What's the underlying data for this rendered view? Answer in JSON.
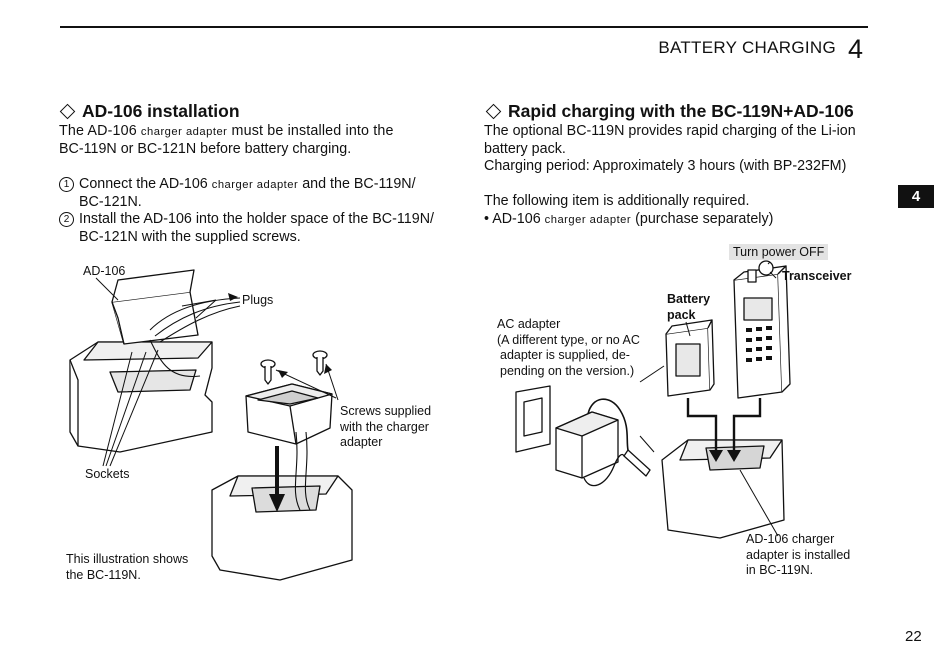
{
  "header": {
    "chapter_title": "BATTERY CHARGING",
    "chapter_number": "4",
    "side_tab": "4",
    "page_number": "22"
  },
  "left": {
    "title": "AD-106 installation",
    "intro": {
      "line1_a": "The AD-106 ",
      "line1_sc": "charger adapter",
      "line1_b": " must be installed into the",
      "line2": "BC-119N or BC-121N before battery charging."
    },
    "steps": [
      {
        "marker": "1",
        "line1_a": "Connect the AD-106 ",
        "line1_sc": "charger adapter",
        "line1_b": " and the BC-119N/",
        "line2": "BC-121N."
      },
      {
        "marker": "2",
        "line1": "Install the AD-106 into the holder space of the BC-119N/",
        "line2": "BC-121N with the supplied screws."
      }
    ],
    "illustration": {
      "label_ad106": "AD-106",
      "label_plugs": "Plugs",
      "label_sockets": "Sockets",
      "screws_line1": "Screws supplied",
      "screws_line2": "with the charger",
      "screws_line3": "adapter",
      "note_line1": "This illustration shows",
      "note_line2": "the BC-119N."
    }
  },
  "right": {
    "title": "Rapid charging with the BC-119N+AD-106",
    "intro_line1": "The optional BC-119N provides rapid charging of the Li-ion",
    "intro_line2": "battery pack.",
    "period": "Charging period: Approximately 3 hours (with BP-232FM)",
    "required": "The following item is additionally required.",
    "bullet_a": "• AD-106 ",
    "bullet_sc": "charger adapter",
    "bullet_b": " (purchase separately)",
    "illustration": {
      "turn_power_off": "Turn power OFF",
      "transceiver": "Transceiver",
      "battery_line1": "Battery",
      "battery_line2": "pack",
      "ac_line1": "AC adapter",
      "ac_line2": "(A different type, or no AC",
      "ac_line3": "adapter is supplied, de-",
      "ac_line4": "pending on the version.)",
      "installed_line1": "AD-106 charger",
      "installed_line2": "adapter is installed",
      "installed_line3": "in BC-119N."
    }
  }
}
